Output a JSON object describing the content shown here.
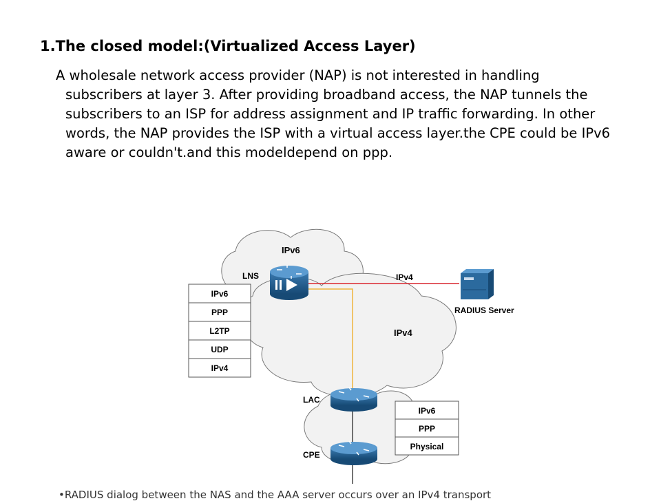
{
  "slide": {
    "title": "1.The closed model:(Virtualized Access Layer)",
    "body": "A wholesale network access provider (NAP) is not interested in handling subscribers at layer 3. After providing broadband access, the NAP tunnels the subscribers to an ISP for address assignment and IP traffic forwarding. In other words, the NAP provides the ISP with a virtual access layer.the CPE could be IPv6 aware or couldn't.and this modeldepend on ppp.",
    "caption": "•RADIUS dialog between the NAS and the AAA server occurs over an IPv4 transport"
  },
  "diagram": {
    "clouds": {
      "top": "IPv6",
      "middle": "IPv4"
    },
    "nodes": {
      "lns": "LNS",
      "lac": "LAC",
      "cpe": "CPE",
      "radius": "RADIUS Server"
    },
    "link_labels": {
      "lns_radius": "IPv4"
    },
    "lns_stack": [
      "IPv6",
      "PPP",
      "L2TP",
      "UDP",
      "IPv4"
    ],
    "cpe_stack": [
      "IPv6",
      "PPP",
      "Physical"
    ],
    "colors": {
      "router": "#1f5a8a",
      "radius_link": "#d9262e",
      "tunnel_link": "#f0b43c",
      "cloud_fill": "#f2f2f2",
      "cloud_stroke": "#7a7a7a"
    }
  }
}
